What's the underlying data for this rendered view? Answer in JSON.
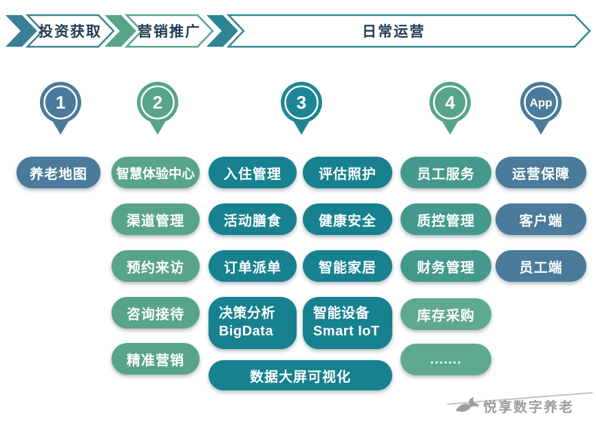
{
  "colors": {
    "steel_blue": "#4a7b9a",
    "green": "#58a489",
    "teal": "#17818f",
    "teal_green": "#44998c",
    "light_green": "#5fa98f",
    "banner_invest": "#3a8094",
    "banner_marketing": "#58a489",
    "banner_operation": "#2d8594",
    "banner_text": "#223c55",
    "watermark_gray": "#9e9e9e"
  },
  "banners": {
    "invest": "投资获取",
    "marketing": "营销推广",
    "operation": "日常运营"
  },
  "pins": {
    "p1": "1",
    "p2": "2",
    "p3": "3",
    "p4": "4",
    "app": "App"
  },
  "pills": {
    "map": "养老地图",
    "experience_center": "智慧体验中心",
    "channel": "渠道管理",
    "visit_booking": "预约来访",
    "consult": "咨询接待",
    "precision_marketing": "精准营销",
    "checkin": "入住管理",
    "assessment_care": "评估照护",
    "activity_meal": "活动膳食",
    "health_safety": "健康安全",
    "order_dispatch": "订单派单",
    "smart_home": "智能家居",
    "decision_line1": "决策分析",
    "decision_line2": "BigData",
    "device_line1": "智能设备",
    "device_line2": "Smart IoT",
    "data_screen": "数据大屏可视化",
    "staff_service": "员工服务",
    "quality_control": "质控管理",
    "finance": "财务管理",
    "inventory": "库存采购",
    "dots": ".......",
    "operation_support": "运营保障",
    "client_app": "客户端",
    "staff_app": "员工端"
  },
  "watermark": {
    "brand": "悦享数字养老"
  }
}
